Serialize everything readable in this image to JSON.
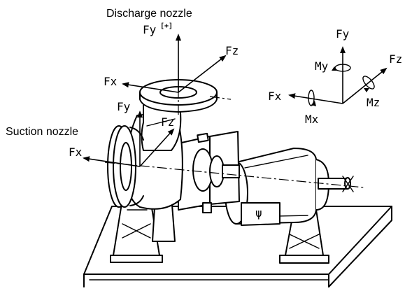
{
  "labels": {
    "discharge_nozzle": "Discharge nozzle",
    "suction_nozzle": "Suction nozzle",
    "discharge_fy": "Fy",
    "discharge_fy_sign": "[+]",
    "discharge_fz": "Fz",
    "discharge_fx": "Fx",
    "suction_fy": "Fy",
    "suction_fz": "Fz",
    "suction_fx": "Fx",
    "triad_fy": "Fy",
    "triad_fz": "Fz",
    "triad_fx": "Fx",
    "triad_my": "My",
    "triad_mz": "Mz",
    "triad_mx": "Mx"
  },
  "colors": {
    "line": "#000000",
    "background": "#ffffff"
  }
}
